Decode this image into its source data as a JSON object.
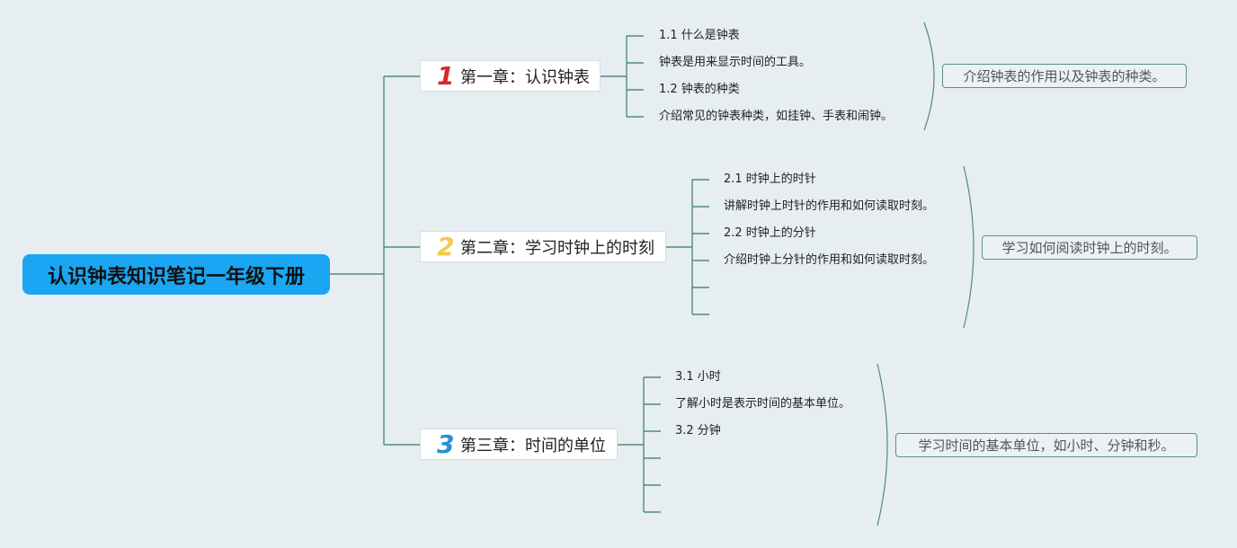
{
  "root": {
    "title": "认识钟表知识笔记一年级下册"
  },
  "chapters": [
    {
      "number": "1",
      "number_color": "#d42a2a",
      "title": "第一章：认识钟表",
      "items": [
        "1.1 什么是钟表",
        "钟表是用来显示时间的工具。",
        "1.2 钟表的种类",
        "介绍常见的钟表种类，如挂钟、手表和闹钟。"
      ],
      "summary": "介绍钟表的作用以及钟表的种类。"
    },
    {
      "number": "2",
      "number_color": "#f2c94c",
      "title": "第二章：学习时钟上的时刻",
      "items": [
        "2.1 时钟上的时针",
        "讲解时钟上时针的作用和如何读取时刻。",
        "2.2 时钟上的分针",
        "介绍时钟上分针的作用和如何读取时刻。",
        "",
        ""
      ],
      "summary": "学习如何阅读时钟上的时刻。"
    },
    {
      "number": "3",
      "number_color": "#2a8fd4",
      "title": "第三章：时间的单位",
      "items": [
        "3.1 小时",
        "了解小时是表示时间的基本单位。",
        "3.2 分钟",
        "",
        "",
        ""
      ],
      "summary": "学习时间的基本单位，如小时、分钟和秒。"
    }
  ]
}
